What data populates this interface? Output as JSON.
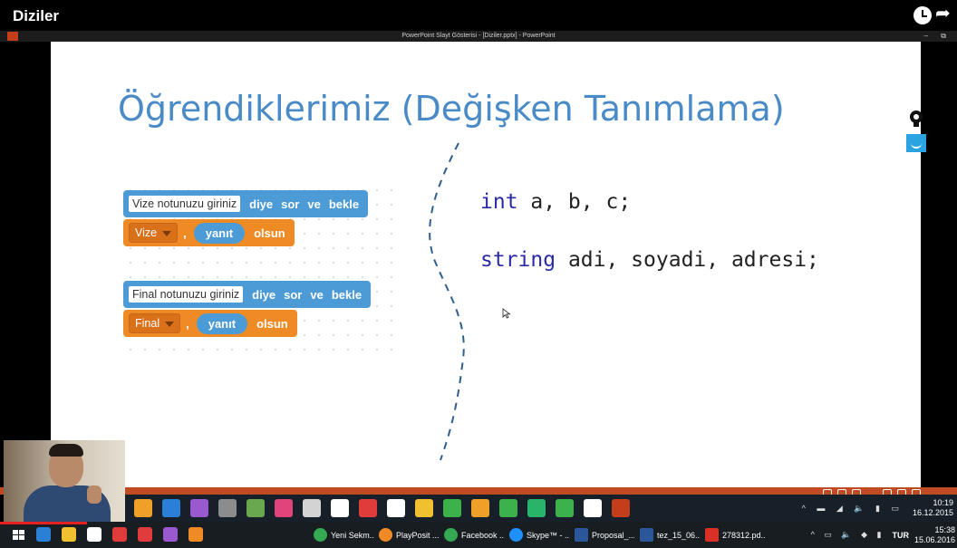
{
  "video": {
    "title": "Diziler"
  },
  "powerpoint": {
    "window_title": "PowerPoint Slayt Gösterisi - [Diziler.pptx] - PowerPoint",
    "window_controls": "– ⧉"
  },
  "slide": {
    "title": "Öğrendiklerimiz (Değişken Tanımlama)",
    "blocks": [
      {
        "input": "Vize notunuzu giriniz",
        "ask": [
          "diye",
          "sor",
          "ve",
          "bekle"
        ],
        "var": "Vize",
        "comma": ",",
        "answer": "yanıt",
        "set": "olsun"
      },
      {
        "input": "Final notunuzu giriniz",
        "ask": [
          "diye",
          "sor",
          "ve",
          "bekle"
        ],
        "var": "Final",
        "comma": ",",
        "answer": "yanıt",
        "set": "olsun"
      }
    ],
    "code": [
      {
        "keyword": "int",
        "rest": " a, b, c;"
      },
      {
        "keyword": "string",
        "rest": " adi, soyadi, adresi;"
      }
    ]
  },
  "inner_taskbar": {
    "icon_colors": [
      "#f0a028",
      "#2a7fd6",
      "#9b59d0",
      "#8c8c8c",
      "#6aa84f",
      "#e0447a",
      "#d3d3d3",
      "#ffffff",
      "#e03c3c",
      "#ffffff",
      "#f0c030",
      "#3cb34a",
      "#f0a028",
      "#3cb34a",
      "#2ab36a",
      "#3cb34a",
      "#ffffff",
      "#c43e1c"
    ],
    "tray": "^ ▬ ◢ 🔈 ▮ ▭",
    "time": "10:19",
    "date": "16.12.2015"
  },
  "taskbar": {
    "app_colors": [
      "#2a7fd6",
      "#f0c030",
      "#ffffff",
      "#e03c3c",
      "#e03c3c",
      "#9b59d0",
      "#f08a24"
    ],
    "items": [
      {
        "label": "Yeni Sekm...",
        "color": "#34a853"
      },
      {
        "label": "PlayPosit ...",
        "color": "#f08a24"
      },
      {
        "label": "Facebook ...",
        "color": "#34a853"
      },
      {
        "label": "Skype™ - ...",
        "color": "#1e90ff"
      },
      {
        "label": "Proposal_...",
        "color": "#2b579a"
      },
      {
        "label": "tez_15_06...",
        "color": "#2b579a"
      },
      {
        "label": "278312.pd...",
        "color": "#d93025"
      }
    ],
    "tray": "^ ▭ 🔈 ◆ ▮",
    "language": "TUR",
    "time": "15:38",
    "date": "15.06.2016"
  }
}
